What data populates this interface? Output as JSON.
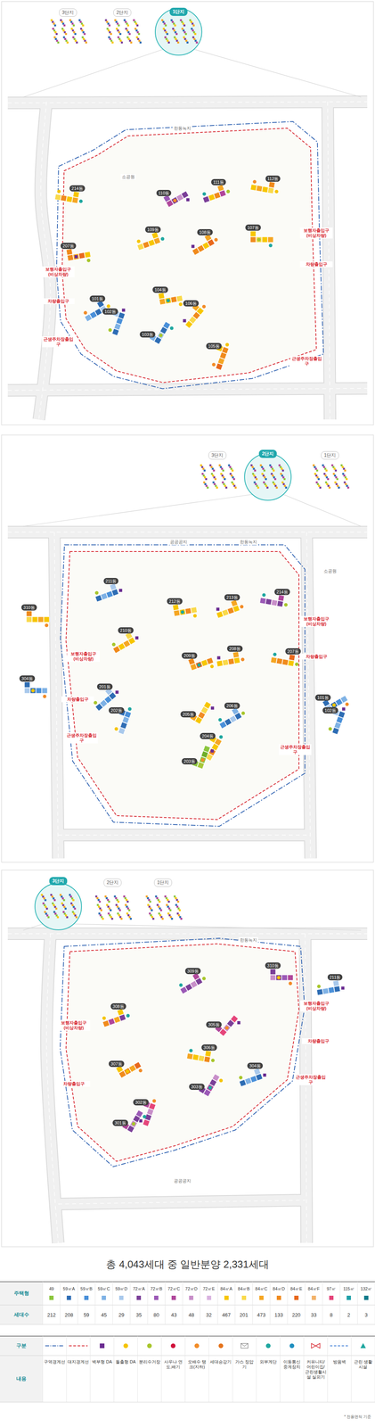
{
  "diagram": {
    "title": "총 4,043세대 중 일반분양 2,331세대",
    "nodes": [
      {
        "text": [
          "214동"
        ]
      },
      {
        "text": [
          "110동"
        ]
      },
      {
        "text": [
          "111동"
        ]
      },
      {
        "text": [
          "112동"
        ]
      },
      {
        "text": [
          "207동"
        ]
      },
      {
        "text": [
          "109동"
        ]
      },
      {
        "text": [
          "108동"
        ]
      },
      {
        "text": [
          "107동"
        ]
      },
      {
        "text": [
          "101동"
        ]
      },
      {
        "text": [
          "102동"
        ]
      },
      {
        "text": [
          "104동"
        ]
      },
      {
        "text": [
          "106동"
        ]
      },
      {
        "text": [
          "103동"
        ]
      },
      {
        "text": [
          "105동"
        ]
      },
      {
        "text": [
          "211동"
        ]
      },
      {
        "text": [
          "212동"
        ]
      },
      {
        "text": [
          "213동"
        ]
      },
      {
        "text": [
          "214동"
        ]
      },
      {
        "text": [
          "310동"
        ]
      },
      {
        "text": [
          "210동"
        ]
      },
      {
        "text": [
          "209동"
        ]
      },
      {
        "text": [
          "208동"
        ]
      },
      {
        "text": [
          "207동"
        ]
      },
      {
        "text": [
          "304동"
        ]
      },
      {
        "text": [
          "201동"
        ]
      },
      {
        "text": [
          "202동"
        ]
      },
      {
        "text": [
          "205동"
        ]
      },
      {
        "text": [
          "206동"
        ]
      },
      {
        "text": [
          "101동"
        ]
      },
      {
        "text": [
          "102동"
        ]
      },
      {
        "text": [
          "204동"
        ]
      },
      {
        "text": [
          "203동"
        ]
      },
      {
        "text": [
          "309동"
        ]
      },
      {
        "text": [
          "310동"
        ]
      },
      {
        "text": [
          "211동"
        ]
      },
      {
        "text": [
          "308동"
        ]
      },
      {
        "text": [
          "305동"
        ]
      },
      {
        "text": [
          "306동"
        ]
      },
      {
        "text": [
          "307동"
        ]
      },
      {
        "text": [
          "304동"
        ]
      },
      {
        "text": [
          "303동"
        ]
      },
      {
        "text": [
          "302동"
        ]
      },
      {
        "text": [
          "301동"
        ]
      }
    ],
    "labels": [
      "3단지",
      "2단지",
      "1단지",
      "보행자출입구(비상차량)",
      "보행자출입구(비상차량)",
      "차량출입구",
      "차량출입구",
      "근생주차장출입구",
      "근생주차장출입구",
      "한동녹지",
      "소공원",
      "3단지",
      "2단지",
      "1단지",
      "보행자출입구(비상차량)",
      "보행자출입구(비상차량)",
      "차량출입구",
      "차량출입구",
      "근생주차장출입구",
      "근생주차장출입구",
      "공공공지",
      "한동녹지",
      "소공원",
      "3단지",
      "2단지",
      "1단지",
      "보행자출입구(비상차량)",
      "보행자출입구(비상차량)",
      "차량출입구",
      "차량출입구",
      "근생주차장출입구",
      "공공공지",
      "한동녹지",
      "주택형",
      "세대수",
      "212",
      "208",
      "59",
      "45",
      "29",
      "35",
      "80",
      "43",
      "48",
      "32",
      "467",
      "201",
      "473",
      "133",
      "220",
      "33",
      "8",
      "2",
      "3",
      "구분",
      "내용",
      "* 전용면적 기준"
    ],
    "legend": [
      {
        "text": "49",
        "color": "#8cc63e"
      },
      {
        "text": "59㎡A",
        "color": "#2e6db4"
      },
      {
        "text": "59㎡B",
        "color": "#4a90d9"
      },
      {
        "text": "59㎡C",
        "color": "#7fb2e5"
      },
      {
        "text": "59㎡D",
        "color": "#a9c9ec"
      },
      {
        "text": "72㎡A",
        "color": "#7b3f98"
      },
      {
        "text": "72㎡B",
        "color": "#9b59b6"
      },
      {
        "text": "72㎡C",
        "color": "#b0479b"
      },
      {
        "text": "72㎡D",
        "color": "#c88fc9"
      },
      {
        "text": "72㎡E",
        "color": "#d9b3e0"
      },
      {
        "text": "84㎡A",
        "color": "#f7c600"
      },
      {
        "text": "84㎡B",
        "color": "#f9d94a"
      },
      {
        "text": "84㎡C",
        "color": "#f5a623"
      },
      {
        "text": "84㎡D",
        "color": "#f08a1c"
      },
      {
        "text": "84㎡E",
        "color": "#e8681c"
      },
      {
        "text": "84㎡F",
        "color": "#f3b36b"
      },
      {
        "text": "97㎡",
        "color": "#e5457a"
      },
      {
        "text": "115㎡",
        "color": "#20a0a8"
      },
      {
        "text": "132㎡",
        "color": "#0b7a8a"
      },
      {
        "text": "구역경계선"
      },
      {
        "text": "대지경계선"
      },
      {
        "text": "벽부형 DA",
        "color": "#6a2c91"
      },
      {
        "text": "돌출형 DA",
        "color": "#f5c400"
      },
      {
        "text": "분리수거장",
        "color": "#a8c62c"
      },
      {
        "text": "사우나 연도,배기",
        "color": "#d0103a"
      },
      {
        "text": "오배수 탱크(지하)",
        "color": "#f28c28"
      },
      {
        "text": "세대승강기",
        "color": "#e5731b"
      },
      {
        "text": "가스 정압기"
      },
      {
        "text": "외부계단",
        "color": "#1fa7a0"
      },
      {
        "text": "이동통신 중계장치",
        "color": "#1f8fc0"
      },
      {
        "text": "커뮤니티/어린이집/근린생활시설 실외기"
      },
      {
        "text": "방음벽"
      },
      {
        "text": "근린 생활시설"
      }
    ]
  }
}
